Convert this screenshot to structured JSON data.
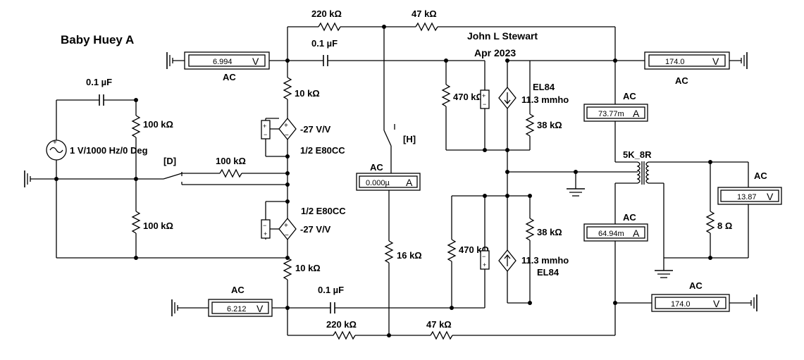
{
  "title": "Baby Huey A",
  "author": "John L Stewart",
  "date": "Apr 2023",
  "source": {
    "label": "1 V/1000 Hz/0 Deg"
  },
  "switch_d": {
    "label": "[D]"
  },
  "switch_h": {
    "label": "[H]"
  },
  "capacitors": {
    "input": "0.1 µF",
    "top": "0.1 µF",
    "bottom": "0.1 µF"
  },
  "resistors": {
    "input_top": "100 kΩ",
    "input_bottom": "100 kΩ",
    "feedback": "100 kΩ",
    "plate_top": "10 kΩ",
    "plate_bottom": "10 kΩ",
    "top_220k": "220 kΩ",
    "top_47k": "47 kΩ",
    "bottom_220k": "220 kΩ",
    "bottom_47k": "47 kΩ",
    "tail": "16 kΩ",
    "grid_top": "470 kΩ",
    "grid_bottom": "470 kΩ",
    "cathode_top": "38 kΩ",
    "cathode_bottom": "38 kΩ",
    "load": "8 Ω"
  },
  "tubes": {
    "triode_top_gain": "-27 V/V",
    "triode_top_name": "1/2 E80CC",
    "triode_bottom_gain": "-27 V/V",
    "triode_bottom_name": "1/2 E80CC",
    "pentode_top_gm": "11.3 mmho",
    "pentode_top_name": "EL84",
    "pentode_bottom_gm": "11.3 mmho",
    "pentode_bottom_name": "EL84"
  },
  "transformer": {
    "label": "5K_8R"
  },
  "meters": {
    "v_top_left": {
      "mode": "AC",
      "value": "6.994",
      "unit": "V"
    },
    "v_bottom_left": {
      "mode": "AC",
      "value": "6.212",
      "unit": "V"
    },
    "a_tail": {
      "mode": "AC",
      "value": "0.000µ",
      "unit": "A"
    },
    "v_top_right": {
      "mode": "AC",
      "value": "174.0",
      "unit": "V"
    },
    "v_bottom_right": {
      "mode": "AC",
      "value": "174.0",
      "unit": "V"
    },
    "a_top": {
      "mode": "AC",
      "value": "73.77m",
      "unit": "A"
    },
    "a_bottom": {
      "mode": "AC",
      "value": "64.94m",
      "unit": "A"
    },
    "v_out": {
      "mode": "AC",
      "value": "13.87",
      "unit": "V"
    }
  }
}
